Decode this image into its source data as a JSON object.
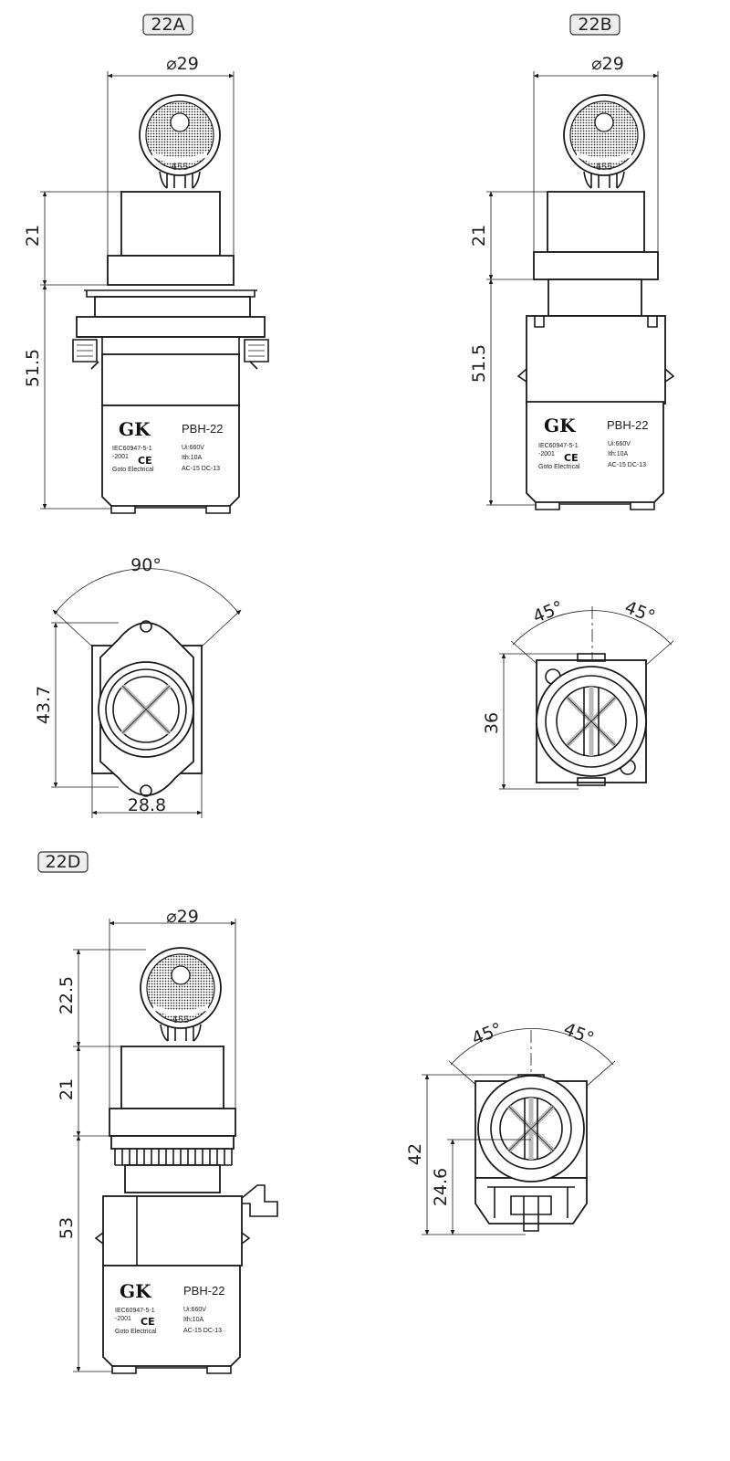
{
  "labels": {
    "a": "22A",
    "b": "22B",
    "d": "22D"
  },
  "dims": {
    "a_diameter": "⌀29",
    "a_key_height": "21",
    "a_body_height": "51.5",
    "b_diameter": "⌀29",
    "b_key_height": "21",
    "b_body_height": "51.5",
    "d_diameter": "⌀29",
    "d_key_height": "22.5",
    "d_head_height": "21",
    "d_body_height": "53",
    "a_angle": "90°",
    "a_width": "28.8",
    "a_height": "43.7",
    "b_angle_left": "45°",
    "b_angle_right": "45°",
    "b_height": "36",
    "d_angle_left": "45°",
    "d_angle_right": "45°",
    "d_height": "42",
    "d_center": "24.6"
  },
  "key": {
    "number": "455"
  },
  "nameplate": {
    "logo": "GK",
    "model": "PBH-22",
    "standard1": "IEC60947-5-1",
    "standard2": "-2001",
    "mark": "CE",
    "maker": "Goto Electrical",
    "ui": "Ui:660V",
    "ith": "Ith:10A",
    "cats": "AC-15   DC-13"
  },
  "colors": {
    "line": "#1a1a1a",
    "accent_grey": "#bbbbbb"
  }
}
